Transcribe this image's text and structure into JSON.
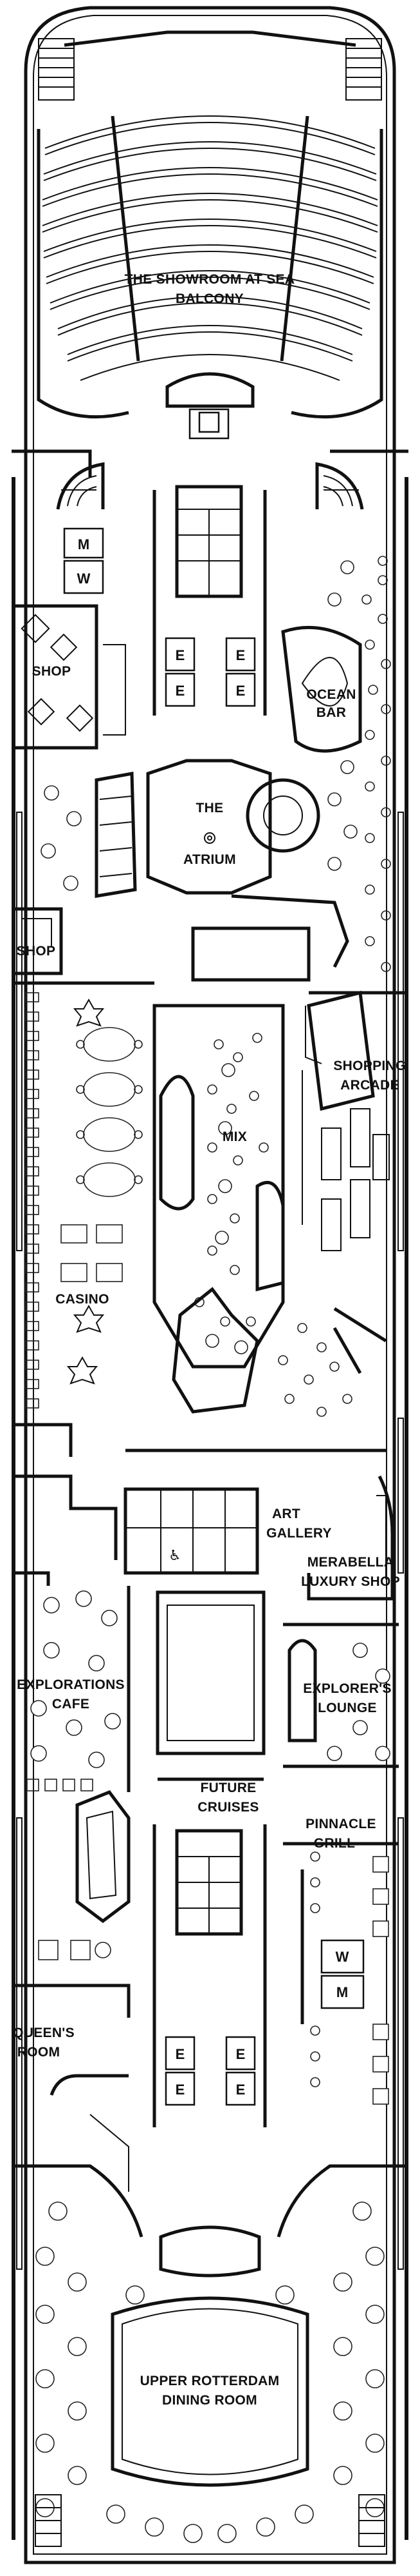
{
  "labels": {
    "showroom": "THE SHOWROOM AT SEA",
    "showroom_sub": "BALCONY",
    "shop_upper": "SHOP",
    "ocean": "OCEAN",
    "ocean_sub": "BAR",
    "the": "THE",
    "atrium": "ATRIUM",
    "shop_lower": "SHOP",
    "shopping": "SHOPPING",
    "arcade": "ARCADE",
    "mix": "MIX",
    "casino": "CASINO",
    "art": "ART",
    "gallery": "GALLERY",
    "merabella": "MERABELLA",
    "luxury_shop": "LUXURY SHOP",
    "explorations": "EXPLORATIONS",
    "cafe": "CAFE",
    "explorers": "EXPLORER'S",
    "lounge": "LOUNGE",
    "future": "FUTURE",
    "cruises": "CRUISES",
    "pinnacle": "PINNACLE",
    "grill": "GRILL",
    "queens": "QUEEN'S",
    "room": "ROOM",
    "upper_rotterdam": "UPPER ROTTERDAM",
    "dining_room": "DINING ROOM"
  },
  "restrooms": {
    "m": "M",
    "w": "W"
  },
  "elevator": "E",
  "accessible_symbol": "♿",
  "icons": {
    "elevator": "elevator-icon",
    "restroom": "restroom-icon",
    "accessible": "wheelchair-icon",
    "table": "table-icon"
  }
}
